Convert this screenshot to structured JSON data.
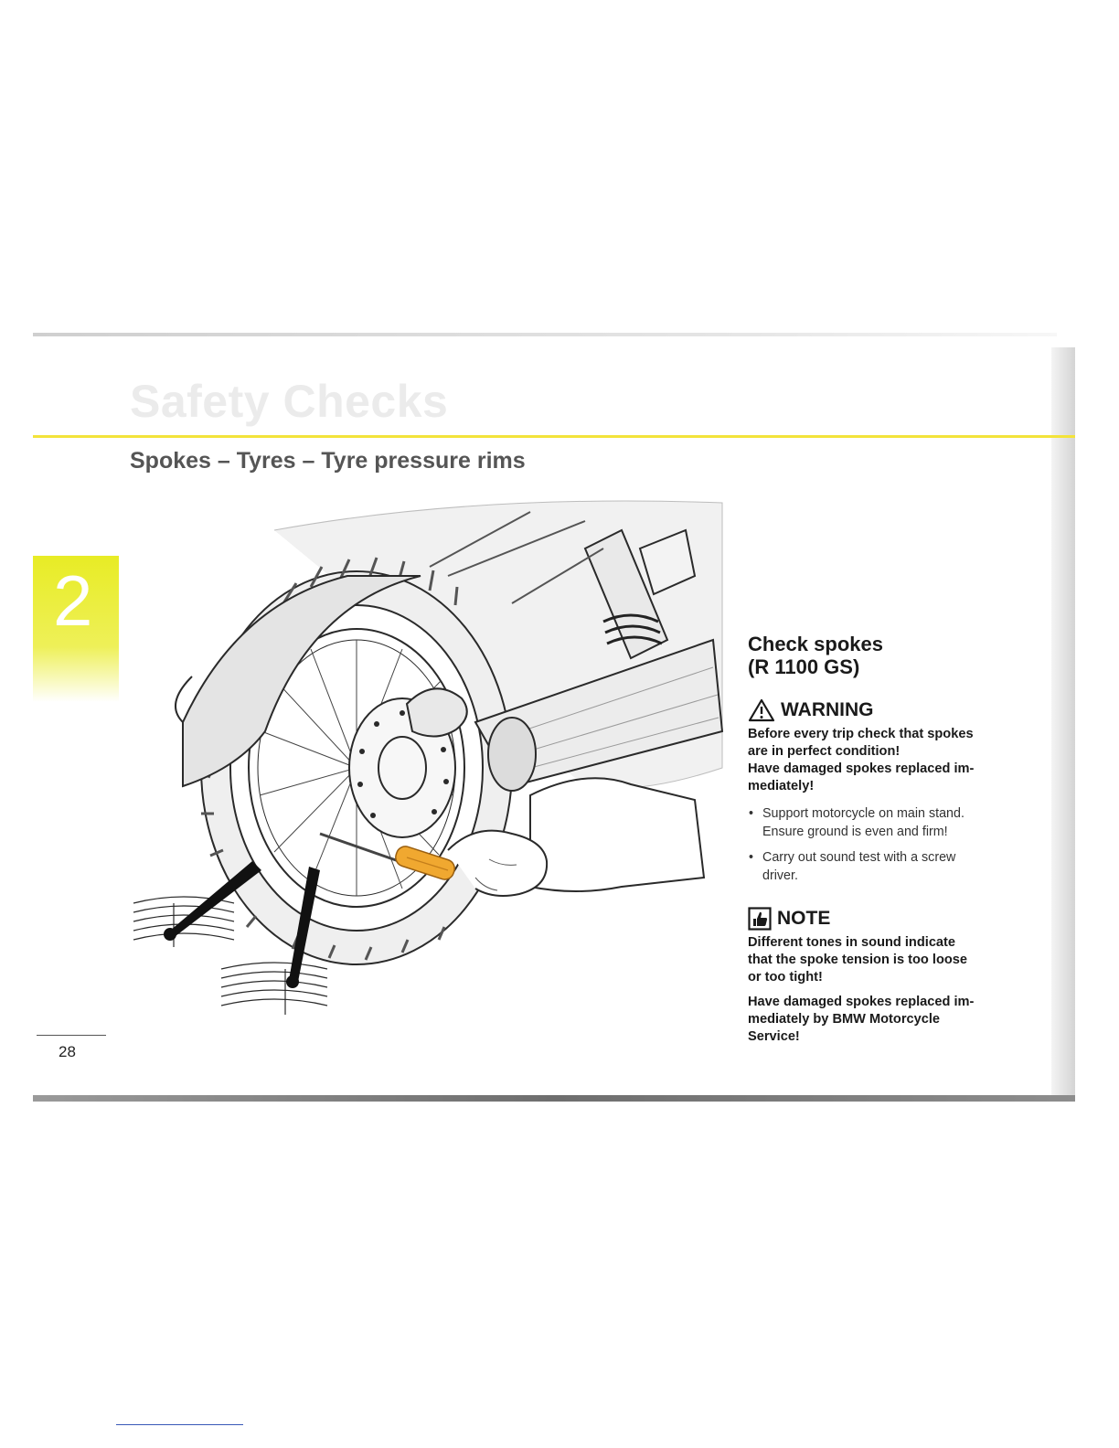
{
  "header": {
    "section_title": "Safety Checks",
    "subtitle": "Spokes – Tyres – Tyre pressure rims",
    "chapter_number": "2"
  },
  "content": {
    "heading": "Check spokes\n(R 1100 GS)",
    "warning": {
      "label": "WARNING",
      "icon": "warning-triangle-icon",
      "text": "Before every trip check that spokes\nare in perfect condition!\nHave damaged spokes replaced im-\nmediately!"
    },
    "steps": [
      "Support motorcycle on main stand.\nEnsure ground is even and firm!",
      "Carry out sound test with a screw\ndriver."
    ],
    "note": {
      "label": "NOTE",
      "icon": "thumbs-up-note-icon",
      "text_1": "Different tones in sound indicate\nthat the spoke tension is too loose\nor too tight!",
      "text_2": "Have damaged spokes replaced im-\nmediately by BMW Motorcycle\nService!"
    }
  },
  "footer": {
    "page_number": "28"
  },
  "colors": {
    "accent_yellow": "#f3e33a",
    "tab_yellow": "#e8ec25",
    "screwdriver_handle": "#f0a830"
  }
}
